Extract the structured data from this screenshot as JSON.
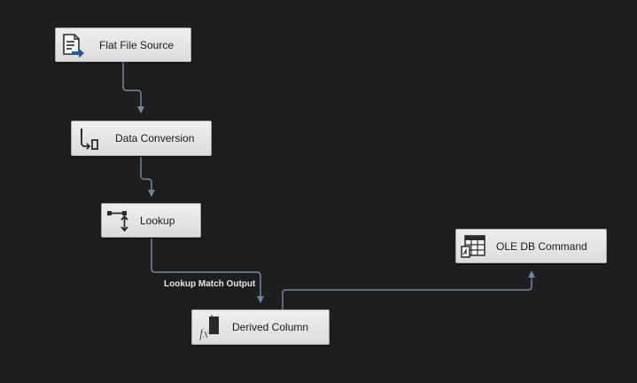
{
  "nodes": {
    "flat_file_source": {
      "label": "Flat File Source",
      "icon": "flat-file-source-icon"
    },
    "data_conversion": {
      "label": "Data Conversion",
      "icon": "data-conversion-icon"
    },
    "lookup": {
      "label": "Lookup",
      "icon": "lookup-icon"
    },
    "derived_column": {
      "label": "Derived Column",
      "icon": "derived-column-icon"
    },
    "ole_db_command": {
      "label": "OLE DB Command",
      "icon": "ole-db-command-icon"
    }
  },
  "paths": {
    "lookup_output_label": "Lookup Match Output"
  },
  "edges": [
    {
      "from": "Flat File Source",
      "to": "Data Conversion"
    },
    {
      "from": "Data Conversion",
      "to": "Lookup"
    },
    {
      "from": "Lookup",
      "to": "Derived Column"
    },
    {
      "from": "Derived Column",
      "to": "OLE DB Command"
    }
  ],
  "colors": {
    "background": "#1e1e1e",
    "node_fill": "#e4e4e4",
    "connector": "#6f87a8",
    "accent_arrow": "#1f5fa8"
  }
}
